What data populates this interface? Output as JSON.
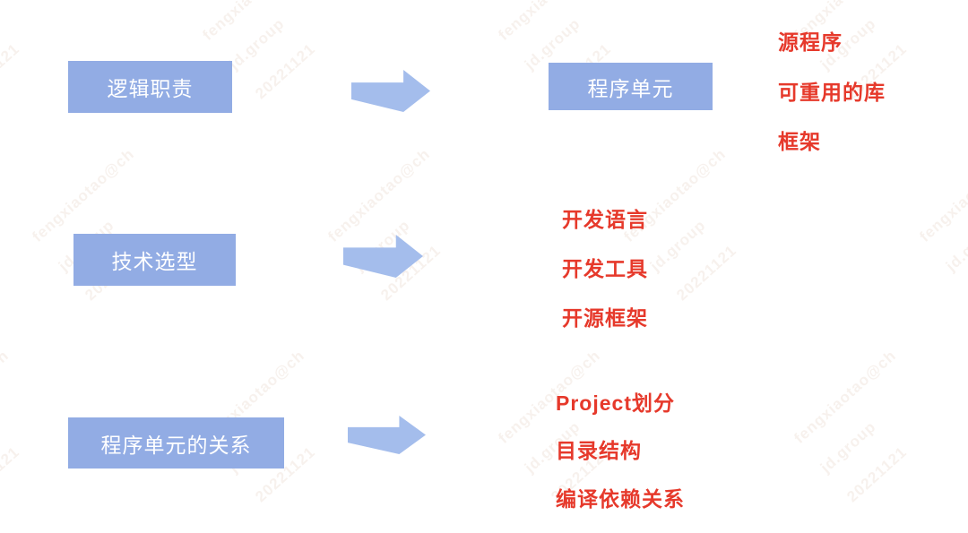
{
  "colors": {
    "box_fill": "#92ACE4",
    "arrow_fill": "#A4BDEC",
    "box_text": "#FFFFFF",
    "list_text": "#E6392B"
  },
  "rows": [
    {
      "label": "逻辑职责",
      "result_box": "程序单元",
      "outputs": [
        "源程序",
        "可重用的库",
        "框架"
      ]
    },
    {
      "label": "技术选型",
      "outputs": [
        "开发语言",
        "开发工具",
        "开源框架"
      ]
    },
    {
      "label": "程序单元的关系",
      "outputs": [
        "Project划分",
        "目录结构",
        "编译依赖关系"
      ]
    }
  ],
  "watermark": {
    "lines": [
      "fengxiaotao@ch",
      "jd.group",
      "20221121"
    ]
  }
}
